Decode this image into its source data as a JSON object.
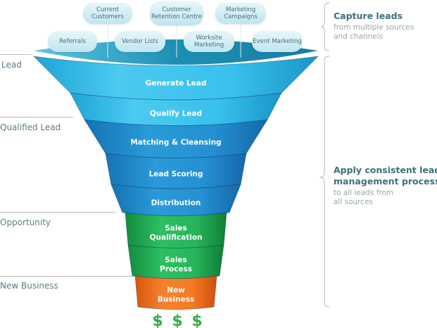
{
  "sources": {
    "top_row": [
      "Current Customers",
      "Customer Retention Centre",
      "Marketing Campaigns"
    ],
    "bottom_row": [
      "Referrals",
      "Vendor Lists",
      "Worksite Marketing",
      "Event Marketing"
    ]
  },
  "funnel_stages": [
    {
      "label": "Generate Lead",
      "color": "#29b6e3"
    },
    {
      "label": "Qualify Lead",
      "color": "#29b6e3"
    },
    {
      "label": "Matching & Cleansing",
      "color": "#1f8fcf"
    },
    {
      "label": "Lead Scoring",
      "color": "#1f8fcf"
    },
    {
      "label": "Distribution",
      "color": "#1f8fcf"
    },
    {
      "label": "Sales Qualification",
      "color": "#23b05a"
    },
    {
      "label": "Sales Process",
      "color": "#23b05a"
    },
    {
      "label": "New Business",
      "color": "#f07321"
    }
  ],
  "outcome_symbols": [
    "$",
    "$",
    "$"
  ],
  "left_labels": [
    "Lead",
    "Qualified Lead",
    "Opportunity",
    "New Business"
  ],
  "right_annotations": [
    {
      "title": "Capture leads",
      "lines": [
        "from multiple sources",
        "and channels"
      ]
    },
    {
      "title": "Apply consistent lead",
      "title2": "management process",
      "lines": [
        "to all leads from",
        "all sources"
      ]
    }
  ]
}
